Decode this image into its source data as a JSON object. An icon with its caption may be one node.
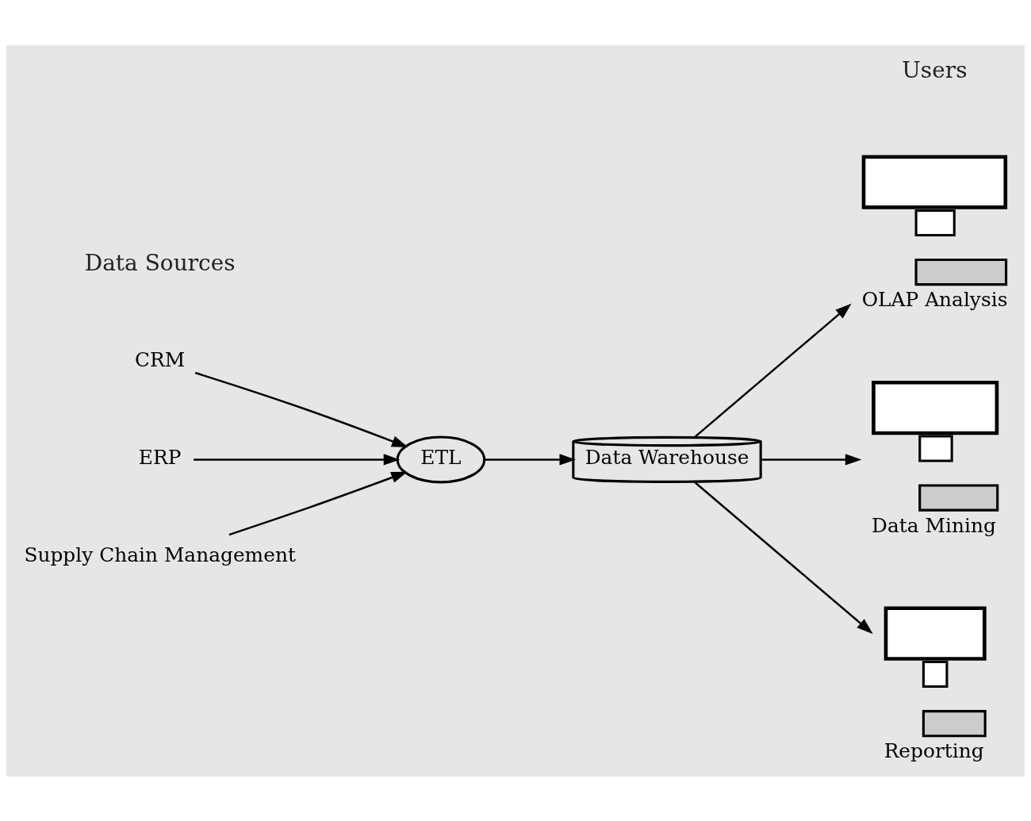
{
  "diagram": {
    "nodes": [
      {
        "text": [
          "CRM"
        ]
      },
      {
        "text": [
          "ERP"
        ]
      },
      {
        "text": [
          "Supply Chain Management"
        ]
      },
      {
        "text": [
          "ETL"
        ]
      },
      {
        "text": [
          "Data Warehouse"
        ]
      },
      {
        "text": [],
        "shape": "picture",
        "beside": [
          "OLAP Analysis"
        ]
      },
      {
        "text": [],
        "shape": "picture",
        "beside": [
          "Data Mining"
        ]
      },
      {
        "text": [],
        "shape": "picture",
        "beside": [
          "Reporting"
        ]
      }
    ],
    "edges": [
      {
        "from": 0,
        "to": 3,
        "arrow": "to"
      },
      {
        "from": 1,
        "to": 3,
        "arrow": "to"
      },
      {
        "from": 2,
        "to": 3,
        "arrow": "to"
      },
      {
        "from": 3,
        "to": 4,
        "arrow": "to"
      },
      {
        "from": 4,
        "to": 5,
        "arrow": "to"
      },
      {
        "from": 4,
        "to": 6,
        "arrow": "to"
      },
      {
        "from": 4,
        "to": 7,
        "arrow": "to"
      }
    ],
    "labels": [
      "Data Sources",
      "Users"
    ]
  }
}
